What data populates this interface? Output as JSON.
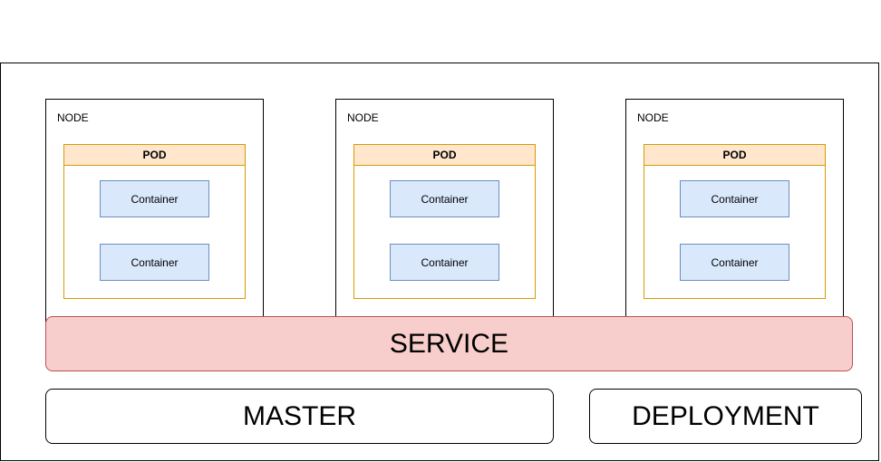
{
  "nodes": [
    {
      "label": "NODE",
      "pod": {
        "label": "POD",
        "containers": [
          "Container",
          "Container"
        ]
      }
    },
    {
      "label": "NODE",
      "pod": {
        "label": "POD",
        "containers": [
          "Container",
          "Container"
        ]
      }
    },
    {
      "label": "NODE",
      "pod": {
        "label": "POD",
        "containers": [
          "Container",
          "Container"
        ]
      }
    }
  ],
  "service": {
    "label": "SERVICE"
  },
  "master": {
    "label": "MASTER"
  },
  "deployment": {
    "label": "DEPLOYMENT"
  },
  "colors": {
    "pod_fill": "#ffe6cc",
    "pod_stroke": "#d79b00",
    "container_fill": "#dae8fc",
    "container_stroke": "#6c8ebf",
    "service_fill": "#f8cecc",
    "service_stroke": "#b85450"
  }
}
